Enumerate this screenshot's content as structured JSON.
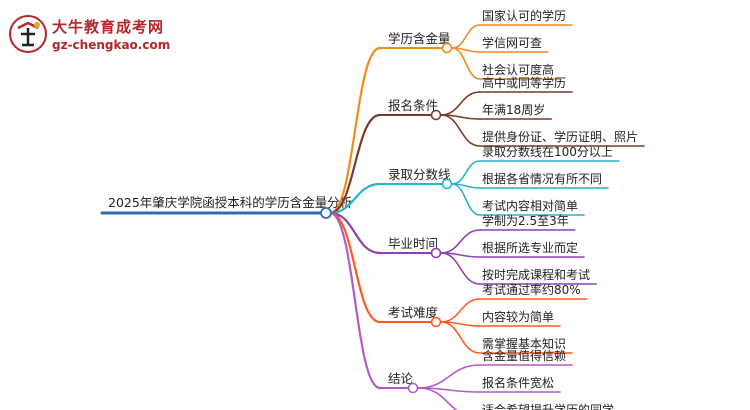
{
  "logo": {
    "title": "大牛教育成考网",
    "url": "gz-chengkao.com"
  },
  "root": {
    "label": "2025年肇庆学院函授本科的学历含金量分析"
  },
  "branches": [
    {
      "label": "学历含金量",
      "color": "#f08a1c",
      "leaves": [
        "国家认可的学历",
        "学信网可查",
        "社会认可度高"
      ]
    },
    {
      "label": "报名条件",
      "color": "#7a3a2a",
      "leaves": [
        "高中或同等学历",
        "年满18周岁",
        "提供身份证、学历证明、照片"
      ]
    },
    {
      "label": "录取分数线",
      "color": "#27b3c9",
      "leaves": [
        "录取分数线在100分以上",
        "根据各省情况有所不同",
        "考试内容相对简单"
      ]
    },
    {
      "label": "毕业时间",
      "color": "#8e3fb6",
      "leaves": [
        "学制为2.5至3年",
        "根据所选专业而定",
        "按时完成课程和考试"
      ]
    },
    {
      "label": "考试难度",
      "color": "#ff5a1f",
      "leaves": [
        "考试通过率约80%",
        "内容较为简单",
        "需掌握基本知识"
      ]
    },
    {
      "label": "结论",
      "color": "#b25bc9",
      "leaves": [
        "含金量值得信赖",
        "报名条件宽松",
        "适合希望提升学历的同学"
      ]
    }
  ]
}
